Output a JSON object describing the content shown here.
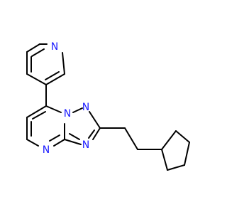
{
  "molecule": {
    "atom_labels": {
      "pyridine_n": "N",
      "triazole_n1": "N",
      "triazole_n2": "N",
      "triazole_n4": "N",
      "pyrimidine_n": "N"
    },
    "label_color": "#1a1aff",
    "bond_color": "#000000"
  }
}
